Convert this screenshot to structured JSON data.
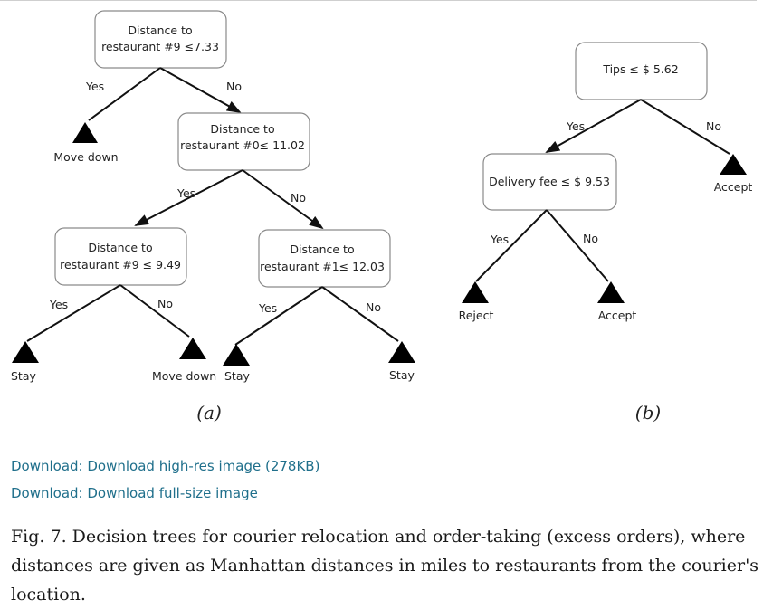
{
  "figure": {
    "tree_a": {
      "nodes": [
        {
          "id": "a-root",
          "line1": "Distance to",
          "line2": "restaurant #9 ≤7.33"
        },
        {
          "id": "a-n2",
          "line1": "Distance to",
          "line2": "restaurant #0≤ 11.02"
        },
        {
          "id": "a-n3",
          "line1": "Distance to",
          "line2": "restaurant #9 ≤ 9.49"
        },
        {
          "id": "a-n4",
          "line1": "Distance to",
          "line2": "restaurant #1≤ 12.03"
        }
      ],
      "edge_labels": [
        "Yes",
        "No",
        "Yes",
        "No",
        "Yes",
        "No",
        "Yes",
        "No"
      ],
      "leaves": [
        "Move down",
        "Stay",
        "Move down",
        "Stay",
        "Stay"
      ],
      "panel_label": "(a)"
    },
    "tree_b": {
      "nodes": [
        {
          "id": "b-root",
          "line1": "Tips ≤ $ 5.62"
        },
        {
          "id": "b-n2",
          "line1": "Delivery fee ≤ $ 9.53"
        }
      ],
      "edge_labels": [
        "Yes",
        "No",
        "Yes",
        "No"
      ],
      "leaves": [
        "Accept",
        "Reject",
        "Accept"
      ],
      "panel_label": "(b)"
    }
  },
  "links": {
    "high_res": "Download: Download high-res image (278KB)",
    "full_size": "Download: Download full-size image"
  },
  "caption": {
    "label": "Fig. 7.",
    "text": " Decision trees for courier relocation and order-taking (excess orders), where distances are given as Manhattan distances in miles to restaurants from the courier's location."
  }
}
